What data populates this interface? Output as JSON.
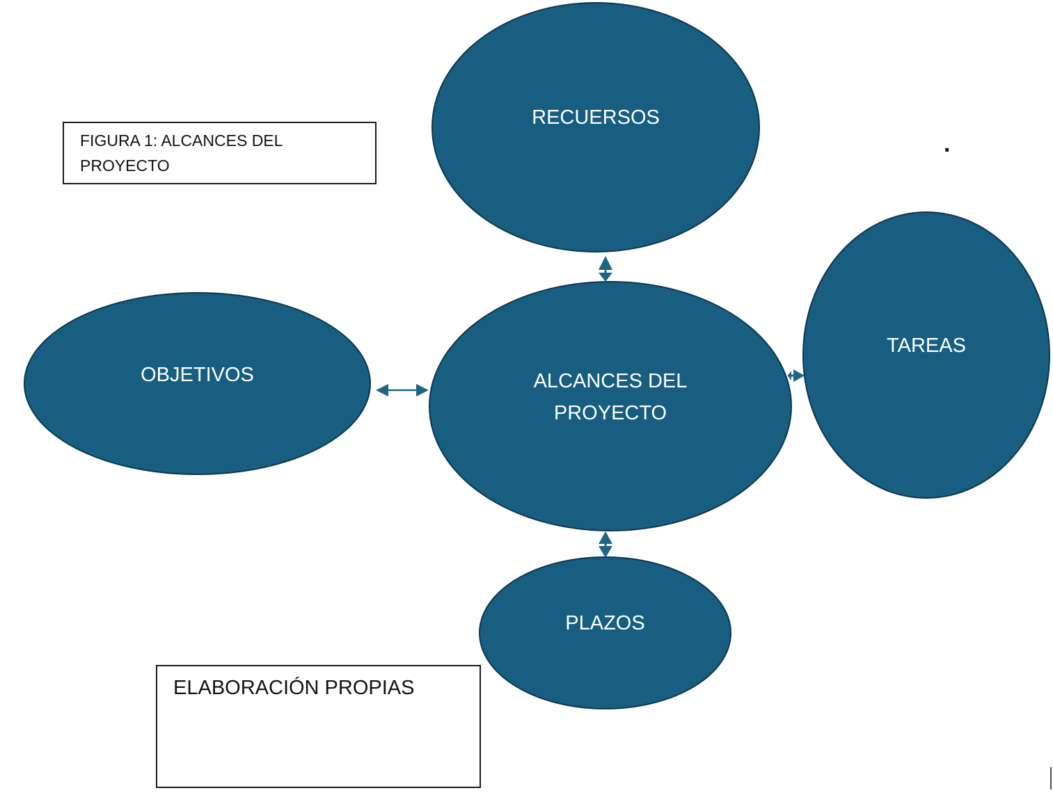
{
  "colors": {
    "node_fill": "#175e80",
    "node_border": "#0d3550",
    "connector": "#1d6585",
    "caption_border": "#1a1a1a"
  },
  "figure_caption": {
    "line1": "FIGURA 1: ALCANCES DEL",
    "line2": "PROYECTO"
  },
  "source_caption": {
    "text": "ELABORACIÓN PROPIAS"
  },
  "nodes": {
    "center": {
      "line1": "ALCANCES DEL",
      "line2": "PROYECTO"
    },
    "top": {
      "label": "RECUERSOS"
    },
    "left": {
      "label": "OBJETIVOS"
    },
    "right": {
      "label": "TAREAS"
    },
    "bottom": {
      "label": "PLAZOS"
    }
  },
  "edges": [
    {
      "from": "center",
      "to": "top",
      "type": "bidirectional"
    },
    {
      "from": "center",
      "to": "left",
      "type": "bidirectional"
    },
    {
      "from": "center",
      "to": "right",
      "type": "bidirectional"
    },
    {
      "from": "center",
      "to": "bottom",
      "type": "bidirectional"
    }
  ],
  "stray_mark": "."
}
